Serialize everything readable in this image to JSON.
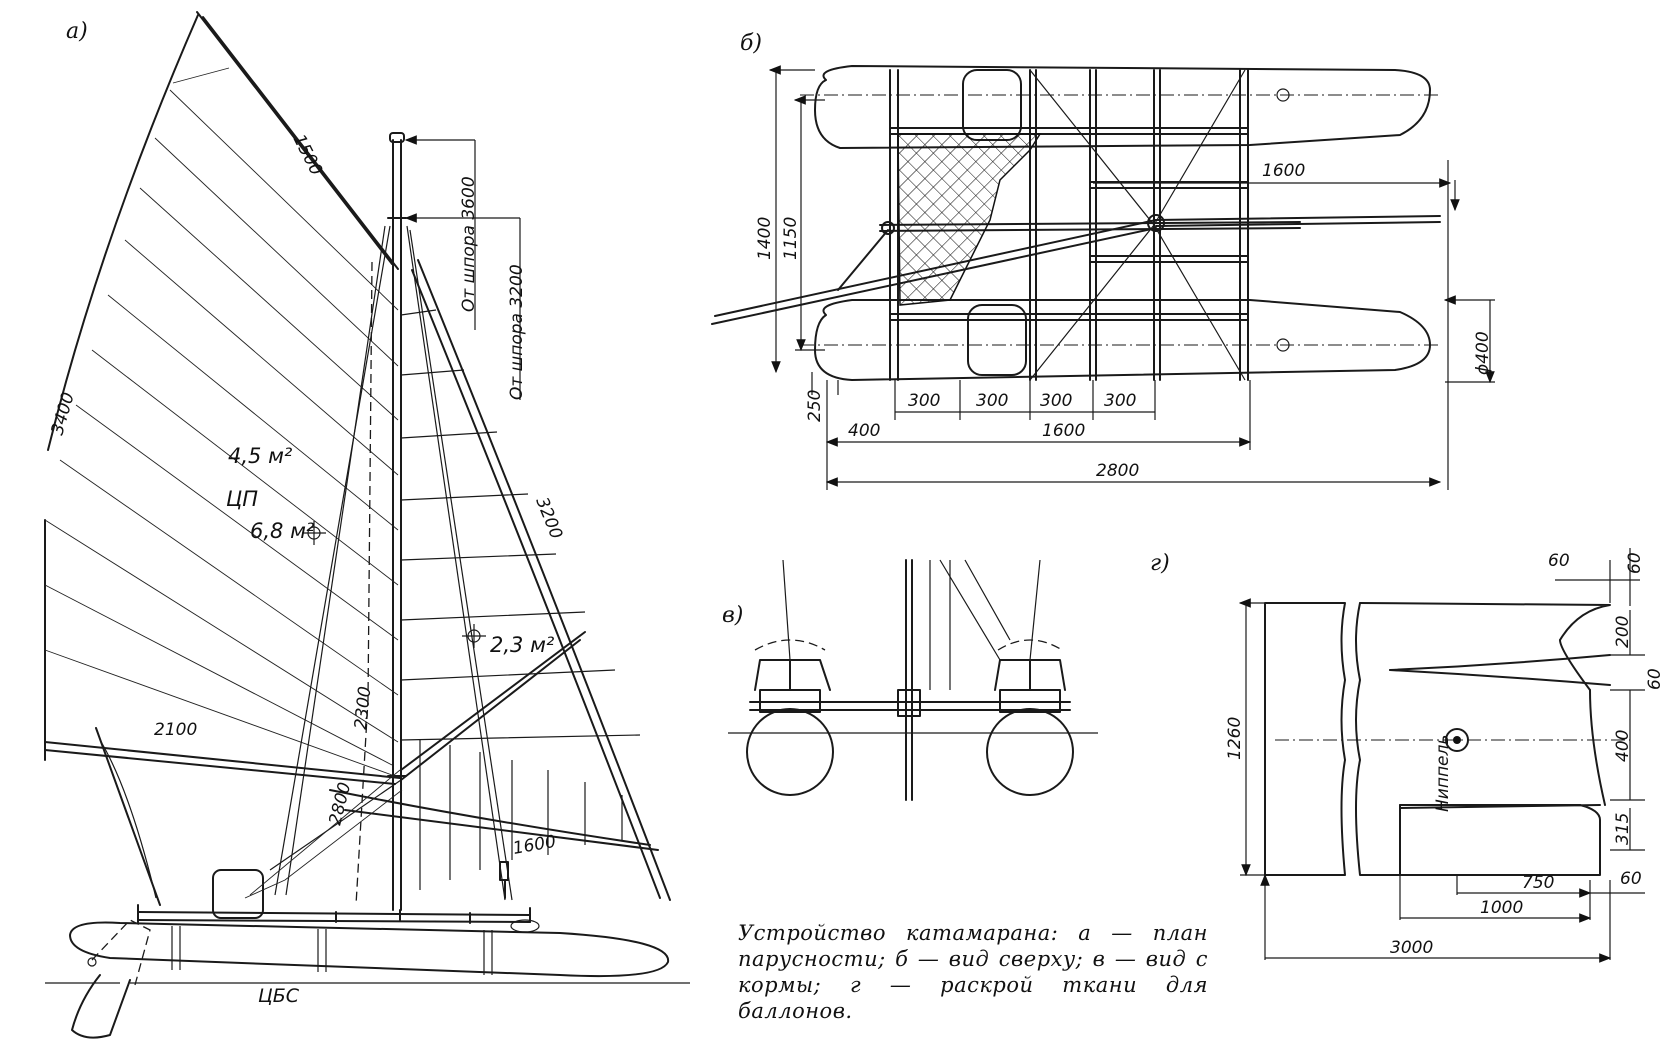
{
  "panels": {
    "a": "а)",
    "b": "б)",
    "v": "в)",
    "g": "г)"
  },
  "sail_plan": {
    "dims": {
      "d1500": "1500",
      "d3400": "3400",
      "d3200_jib": "3200",
      "d2100": "2100",
      "d2300": "2300",
      "d2800": "2800",
      "d1600": "1600"
    },
    "mast_marks": {
      "from_step_3600": "От шпора 3600",
      "from_step_3200": "От шпора 3200"
    },
    "areas": {
      "mainsail": "4,5 м²",
      "total_cp_label": "ЦП",
      "total": "6,8 м²",
      "jib": "2,3 м²"
    },
    "hull_label": "ЦБС"
  },
  "top_view": {
    "dims": {
      "d1600_upper": "1600",
      "d1400": "1400",
      "d1150": "1150",
      "d250": "250",
      "spacing": [
        "300",
        "300",
        "300",
        "300"
      ],
      "d400": "400",
      "d1600_lower": "1600",
      "d2800": "2800",
      "phi400": "ϕ400"
    }
  },
  "fabric_cut": {
    "dims": {
      "d60_top": "60",
      "d60_right": "60",
      "d200": "200",
      "d60_mid": "60",
      "d400": "400",
      "d315": "315",
      "d1260": "1260",
      "d750": "750",
      "d60_bottom": "60",
      "d1000": "1000",
      "d3000": "3000"
    },
    "valve_label": "Ниппель"
  },
  "caption": "Устройство катамарана: а — план парусности; б — вид сверху; в — вид с кормы; г — раскрой ткани для баллонов."
}
